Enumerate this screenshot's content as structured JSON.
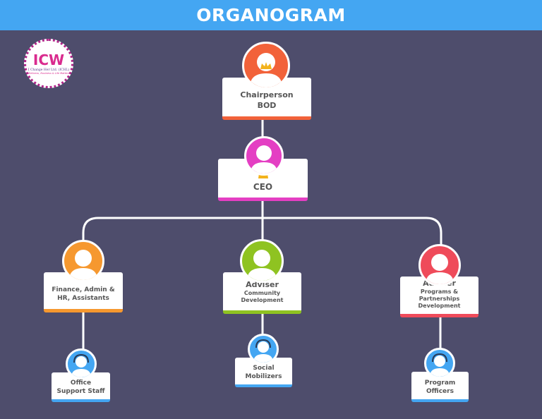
{
  "header": {
    "title": "ORGANOGRAM"
  },
  "logo": {
    "mark": "ICW",
    "name": "I Change Her Ltd. (ICHL)",
    "tagline": "Wellness, Business & Life Matters"
  },
  "colors": {
    "background": "#4e4d6c",
    "header": "#44a6f2",
    "chair": "#f2623a",
    "ceo": "#e43fc3",
    "finance": "#f6982f",
    "adviser_community": "#8fc321",
    "adviser_programs": "#ef4b5a",
    "staff": "#44a6f2"
  },
  "nodes": {
    "chair": {
      "line1": "Chairperson",
      "line2": "BOD",
      "icon": "crown-icon"
    },
    "ceo": {
      "line1": "CEO",
      "icon": "crown-icon"
    },
    "finance": {
      "line1": "Finance, Admin &",
      "line2": "HR, Assistants"
    },
    "adviser_community": {
      "line1": "Adviser",
      "line2": "Community Development"
    },
    "adviser_programs": {
      "line1": "Adviser",
      "line2": "Programs & Partnerships",
      "line3": "Development"
    },
    "office_staff": {
      "line1": "Office",
      "line2": "Support Staff"
    },
    "social_mobilizers": {
      "line1": "Social",
      "line2": "Mobilizers"
    },
    "program_officers": {
      "line1": "Program",
      "line2": "Officers"
    }
  }
}
